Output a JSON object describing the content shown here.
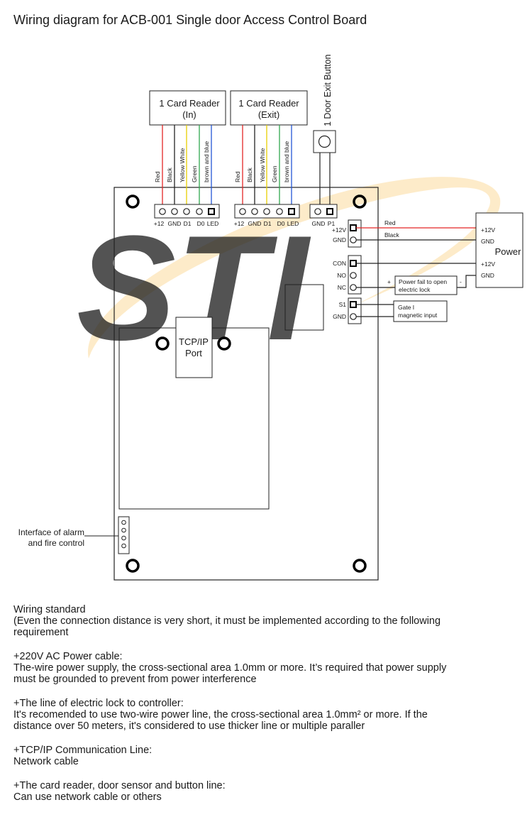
{
  "title": "Wiring diagram for ACB-001 Single door Access Control Board",
  "colors": {
    "red": "#e32626",
    "black": "#222222",
    "yellow": "#e8d000",
    "green": "#2fa84f",
    "blue": "#2356d6",
    "watermark_blue": "#c9d6ec",
    "watermark_orange": "#fde7bf"
  },
  "watermark": {
    "text": "STI"
  },
  "reader_in": {
    "title_line1": "1  Card Reader",
    "title_line2": "(In)",
    "wires": [
      "Red",
      "Black",
      "Yellow White",
      "Green",
      "brown and blue"
    ],
    "pins": [
      "+12",
      "GND",
      "D1",
      "D0",
      "LED"
    ]
  },
  "reader_exit": {
    "title_line1": "1  Card Reader",
    "title_line2": "(Exit)",
    "wires": [
      "Red",
      "Black",
      "Yellow White",
      "Green",
      "brown and blue"
    ],
    "pins": [
      "+12",
      "GND",
      "D1",
      "D0",
      "LED"
    ]
  },
  "exit_button": {
    "label": "1 Door Exit Button",
    "pins": [
      "GND",
      "P1"
    ]
  },
  "power_terminals": {
    "pins": [
      "+12V",
      "GND"
    ],
    "wire_labels": [
      "Red",
      "Black"
    ]
  },
  "lock_terminals": {
    "pins": [
      "CON",
      "NO",
      "NC"
    ]
  },
  "sensor_terminals": {
    "pins": [
      "S1",
      "GND"
    ]
  },
  "power_supply": {
    "label": "Power",
    "pins": [
      "+12V",
      "GND",
      "+12V",
      "GND"
    ]
  },
  "lock_box": {
    "line1": "Power fail to open",
    "line2": "electric lock",
    "plus": "+",
    "minus": "-"
  },
  "gate_box": {
    "line1": "Gate I",
    "line2": "magnetic input"
  },
  "tcpip": {
    "line1": "TCP/IP",
    "line2": "Port"
  },
  "alarm": {
    "line1": "Interface of alarm",
    "line2": "and fire control"
  },
  "notes": {
    "wiring_standard": {
      "line1": "Wiring standard",
      "line2": "(Even the connection distance is very short, it must be implemented according to the following",
      "line3": "requirement"
    },
    "power_cable": {
      "line1": "+220V AC Power cable:",
      "line2": "The-wire power supply, the cross-sectional area 1.0mm or more. It’s required that power supply",
      "line3": "must be grounded to prevent from power interference"
    },
    "lock_line": {
      "line1": "+The line of electric lock to controller:",
      "line2": "It's recomended to use two-wire power line, the cross-sectional area 1.0mm² or more. If the",
      "line3": "distance over 50 meters, it's considered to use thicker line or multiple paraller"
    },
    "tcpip_line": {
      "line1": "+TCP/IP Communication Line:",
      "line2": "Network cable"
    },
    "reader_line": {
      "line1": "+The card reader, door sensor and button line:",
      "line2": "Can use network cable or others"
    }
  }
}
